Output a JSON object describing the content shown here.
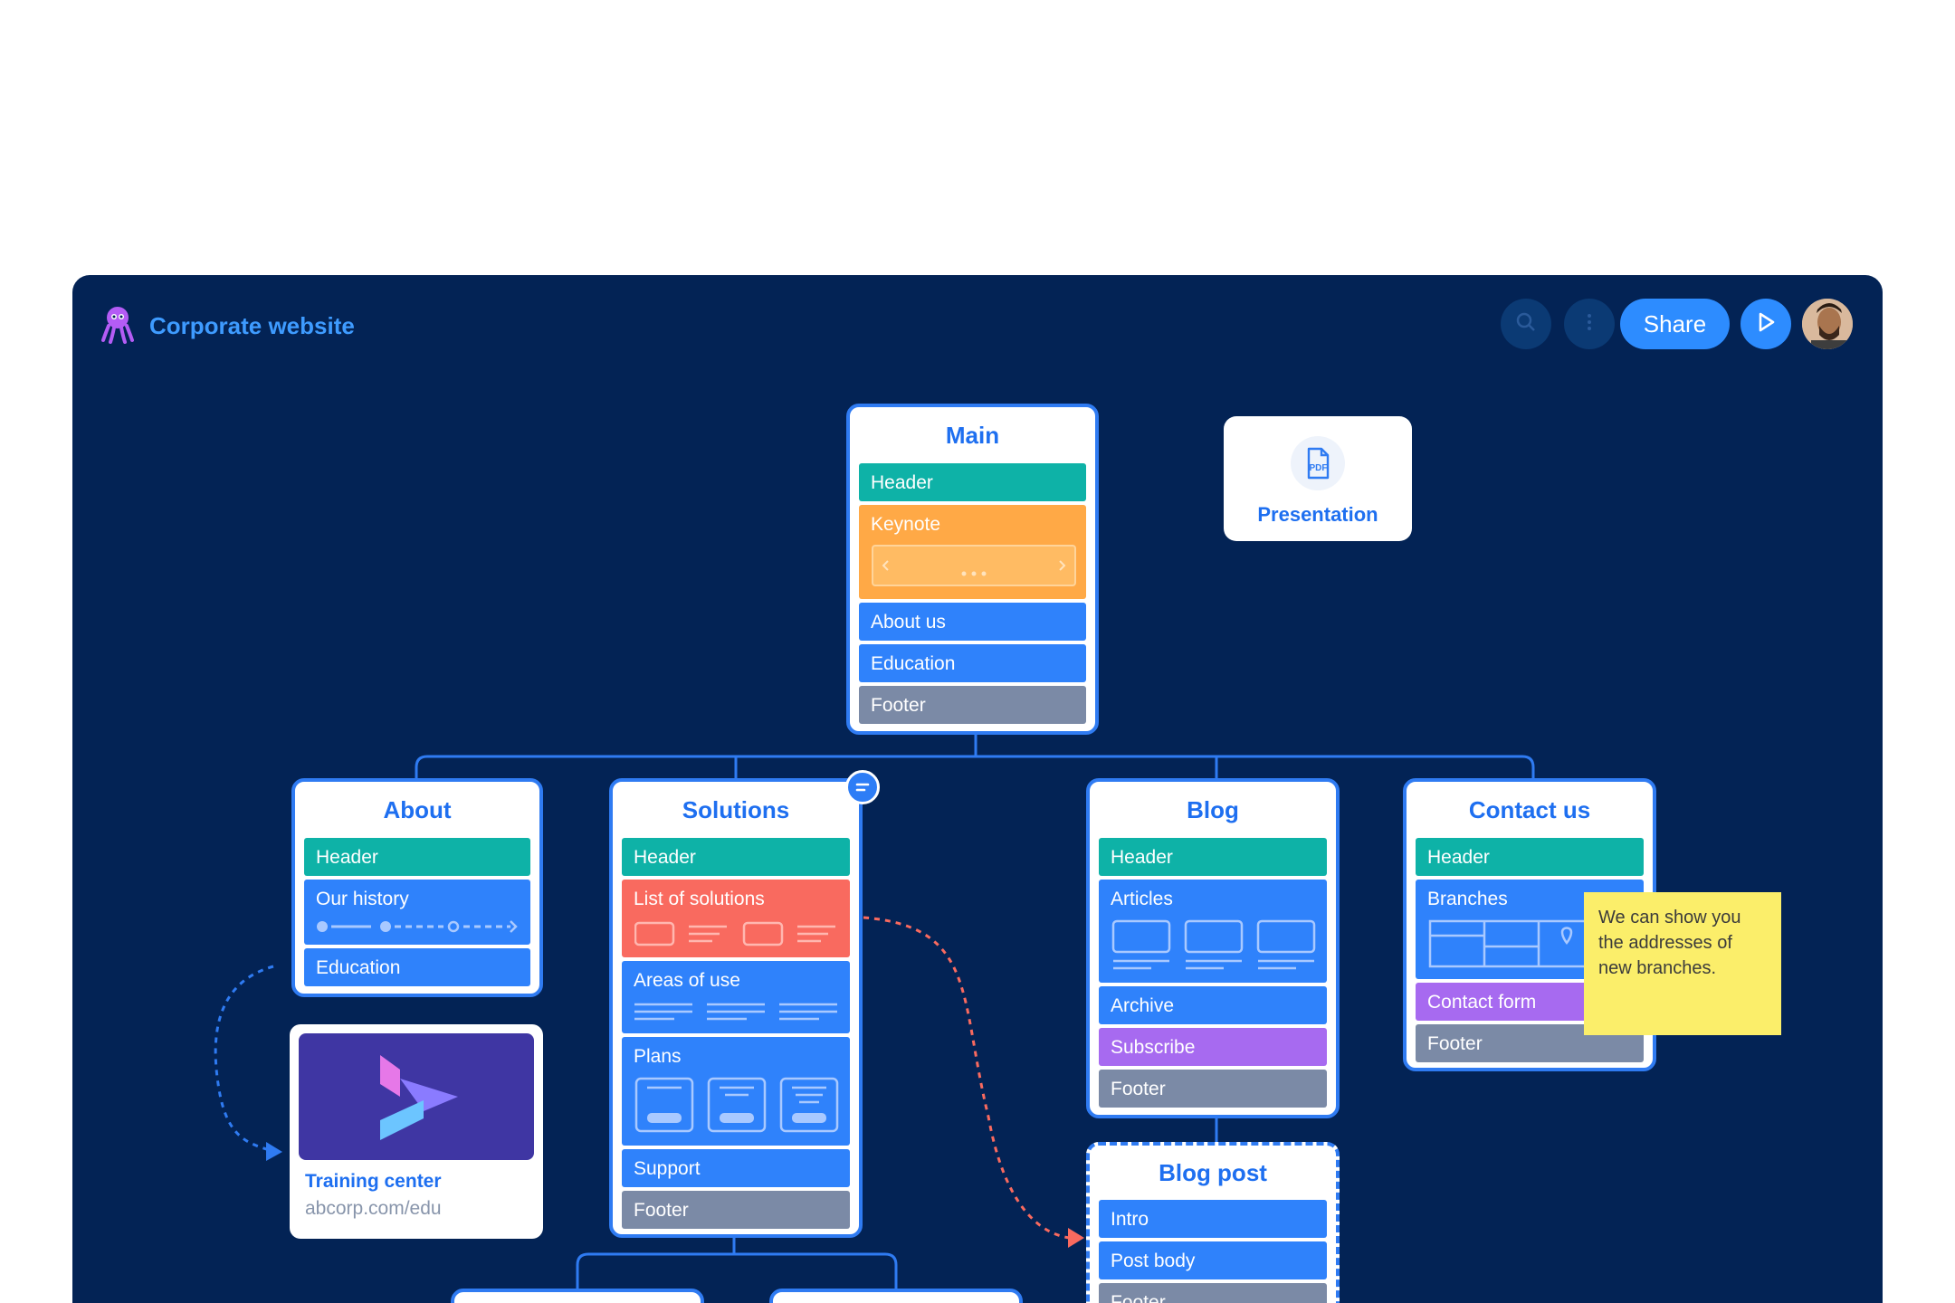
{
  "app": {
    "title": "Corporate website",
    "share_label": "Share",
    "icons": [
      "octopus-logo-icon",
      "search-icon",
      "more-icon",
      "play-icon"
    ],
    "colors": {
      "background": "#032355",
      "accent": "#2d8cff",
      "teal": "#0eb2a7",
      "blue": "#2f82fb",
      "orange": "#ffa946",
      "red": "#f96a5f",
      "purple": "#a76af0",
      "gray": "#7b8aa6",
      "note": "#fbee6a"
    }
  },
  "presentation": {
    "label": "Presentation",
    "icon": "pdf-icon",
    "icon_text": "PDF"
  },
  "cards": {
    "main": {
      "title": "Main",
      "header": "Header",
      "keynote": "Keynote",
      "about_us": "About us",
      "education": "Education",
      "footer": "Footer"
    },
    "about": {
      "title": "About",
      "header": "Header",
      "our_history": "Our history",
      "education": "Education"
    },
    "solutions": {
      "title": "Solutions",
      "header": "Header",
      "list_of_solutions": "List of solutions",
      "areas_of_use": "Areas of use",
      "plans": "Plans",
      "support": "Support",
      "footer": "Footer"
    },
    "blog": {
      "title": "Blog",
      "header": "Header",
      "articles": "Articles",
      "archive": "Archive",
      "subscribe": "Subscribe",
      "footer": "Footer"
    },
    "contact": {
      "title": "Contact us",
      "header": "Header",
      "branches": "Branches",
      "contact_form": "Contact form",
      "footer": "Footer"
    },
    "blog_post": {
      "title": "Blog post",
      "intro": "Intro",
      "post_body": "Post body",
      "footer": "Footer"
    }
  },
  "sticky_note": {
    "text": "We can show you the addresses of new branches."
  },
  "training_center": {
    "name": "Training center",
    "url": "abcorp.com/edu"
  }
}
